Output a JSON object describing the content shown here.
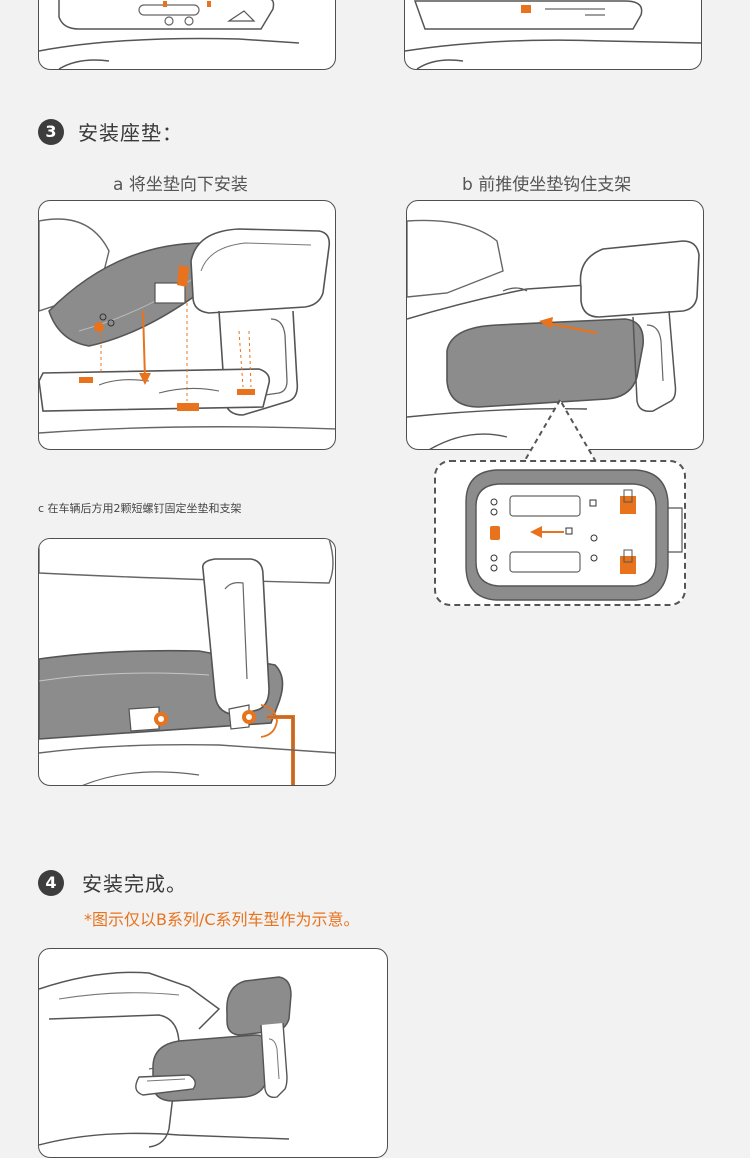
{
  "steps": {
    "step3": {
      "number": "3",
      "title": "安装座垫："
    },
    "step4": {
      "number": "4",
      "title": "安装完成。"
    }
  },
  "captions": {
    "a": "a 将坐垫向下安装",
    "b": "b 前推使坐垫钩住支架",
    "c": "c 在车辆后方用2颗短螺钉固定坐垫和支架"
  },
  "note": "*图示仅以B系列/C系列车型作为示意。",
  "colors": {
    "accent": "#e8731c",
    "outline": "#4f4f4f",
    "cushion": "#8c8c8c",
    "background": "#f2f2f2"
  }
}
